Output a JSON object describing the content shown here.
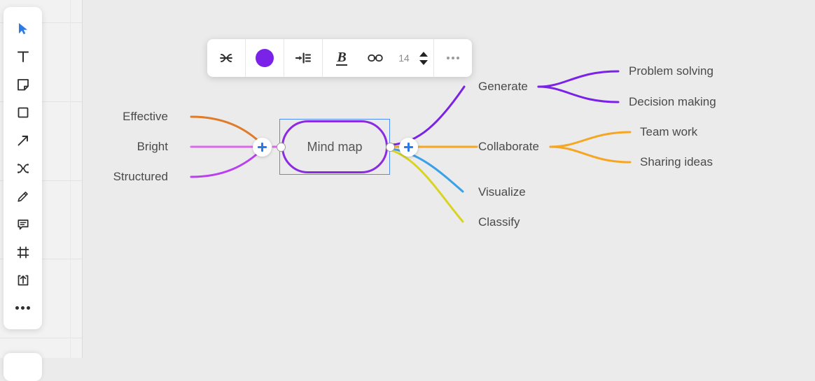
{
  "app": {
    "canvas_background": "#ebebeb",
    "panel_background": "#f2f2f2"
  },
  "tool_rail": {
    "items": [
      {
        "name": "select-tool",
        "icon": "cursor-icon",
        "label": "Select",
        "active": true
      },
      {
        "name": "text-tool",
        "icon": "text-icon",
        "label": "Text",
        "active": false
      },
      {
        "name": "sticky-tool",
        "icon": "sticky-note-icon",
        "label": "Sticky note",
        "active": false
      },
      {
        "name": "shape-tool",
        "icon": "square-icon",
        "label": "Shape",
        "active": false
      },
      {
        "name": "arrow-tool",
        "icon": "arrow-icon",
        "label": "Arrow",
        "active": false
      },
      {
        "name": "mindmap-tool",
        "icon": "mindmap-icon",
        "label": "Mind map",
        "active": false
      },
      {
        "name": "pen-tool",
        "icon": "pencil-icon",
        "label": "Pen",
        "active": false
      },
      {
        "name": "comment-tool",
        "icon": "comment-icon",
        "label": "Comment",
        "active": false
      },
      {
        "name": "frame-tool",
        "icon": "frame-icon",
        "label": "Frame",
        "active": false
      },
      {
        "name": "upload-tool",
        "icon": "upload-icon",
        "label": "Upload",
        "active": false
      },
      {
        "name": "more-tools",
        "icon": "more-icon",
        "label": "More",
        "active": false
      }
    ]
  },
  "format_toolbar": {
    "mindmap_label": "Mind map layout",
    "color_label": "Color",
    "color_value": "#7a22e8",
    "layout_label": "Layout",
    "bold_label": "B",
    "link_label": "Link",
    "font_size": "14",
    "increase_label": "Increase font size",
    "decrease_label": "Decrease font size",
    "more_label": "More options"
  },
  "mindmap": {
    "center": {
      "label": "Mind map",
      "selected": true,
      "stroke": "#8a2be2",
      "selection_stroke": "#4e8ef7"
    },
    "add_buttons": [
      {
        "name": "add-child-left",
        "label": "+"
      },
      {
        "name": "add-child-right",
        "label": "+"
      }
    ],
    "left_branches": [
      {
        "label": "Effective",
        "color": "#e07b2a"
      },
      {
        "label": "Bright",
        "color": "#d96ae8"
      },
      {
        "label": "Structured",
        "color": "#b940f0"
      }
    ],
    "right_branches": [
      {
        "label": "Generate",
        "color": "#7a22e8",
        "children": [
          {
            "label": "Problem solving",
            "color": "#7a22e8"
          },
          {
            "label": "Decision making",
            "color": "#7a22e8"
          }
        ]
      },
      {
        "label": "Collaborate",
        "color": "#f5a623",
        "children": [
          {
            "label": "Team work",
            "color": "#f5a623"
          },
          {
            "label": "Sharing ideas",
            "color": "#f5a623"
          }
        ]
      },
      {
        "label": "Visualize",
        "color": "#3aa0e8",
        "children": []
      },
      {
        "label": "Classify",
        "color": "#d8d420",
        "children": []
      }
    ]
  }
}
